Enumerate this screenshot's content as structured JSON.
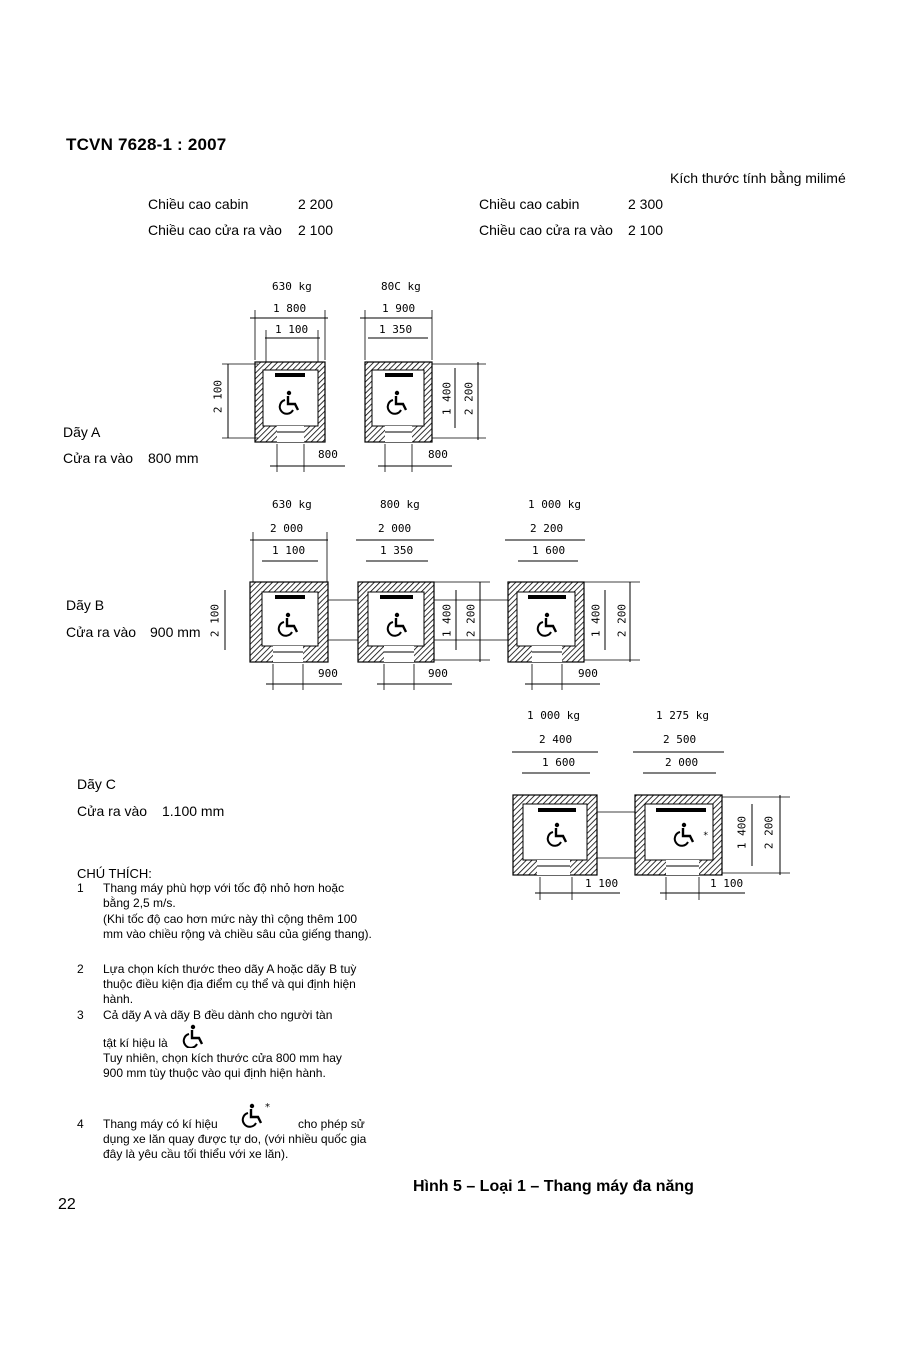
{
  "header": {
    "standard": "TCVN 7628-1 : 2007",
    "units_note": "Kích thước tính bằng milimé"
  },
  "specs_left": {
    "cabin_label": "Chiều cao cabin",
    "cabin_value": "2 200",
    "door_label": "Chiều cao cửa ra vào",
    "door_value": "2 100"
  },
  "specs_right": {
    "cabin_label": "Chiều cao cabin",
    "cabin_value": "2 300",
    "door_label": "Chiều cao cửa ra vào",
    "door_value": "2 100"
  },
  "rows": {
    "a": {
      "name": "Dãy A",
      "door": "Cửa ra vào",
      "door_value": "800 mm"
    },
    "b": {
      "name": "Dãy B",
      "door": "Cửa ra vào",
      "door_value": "900 mm"
    },
    "c": {
      "name": "Dãy C",
      "door": "Cửa ra vào",
      "door_value": "1.100 mm"
    }
  },
  "lifts": {
    "a1": {
      "load": "630 kg",
      "outer": "1 800",
      "inner": "1 100",
      "door": "800",
      "shaft": "2 100"
    },
    "a2": {
      "load": "80C kg",
      "outer": "1 900",
      "inner": "1 350",
      "door": "800",
      "depth": "1 400",
      "shaft": "2 200"
    },
    "b1": {
      "load": "630 kg",
      "outer": "2 000",
      "inner": "1 100",
      "door": "900",
      "shaft": "2 100"
    },
    "b2": {
      "load": "800 kg",
      "outer": "2 000",
      "inner": "1 350",
      "door": "900",
      "depth": "1 400",
      "shaft": "2 200"
    },
    "b3": {
      "load": "1 000 kg",
      "outer": "2 200",
      "inner": "1 600",
      "door": "900",
      "depth": "1 400",
      "shaft": "2 200"
    },
    "c1": {
      "load": "1 000 kg",
      "outer": "2 400",
      "inner": "1 600",
      "door": "1 100"
    },
    "c2": {
      "load": "1 275 kg",
      "outer": "2 500",
      "inner": "2 000",
      "door": "1 100",
      "depth": "1 400",
      "shaft": "2 200"
    }
  },
  "notes": {
    "heading": "CHÚ THÍCH:",
    "items": [
      {
        "num": "1",
        "text": "Thang máy phù hợp với tốc độ nhỏ hơn hoặc bằng 2,5 m/s.",
        "sub": "(Khi tốc độ cao hơn mức này thì cộng thêm 100 mm vào chiều rộng và chiều sâu của giếng thang)."
      },
      {
        "num": "2",
        "text": "Lựa chọn kích thước theo dãy A hoặc dãy B tuỳ thuộc điều kiện địa điểm cụ thể và qui định hiện hành."
      },
      {
        "num": "3",
        "text": "Cả dãy A và dãy B đều dành cho người tàn",
        "text2": "tật kí hiệu là",
        "text3": "Tuy nhiên, chọn kích thước cửa 800 mm hay 900 mm tùy thuộc vào qui định hiện hành."
      },
      {
        "num": "4",
        "text": "Thang máy có kí hiệu",
        "text2": "cho phép sử dụng xe lăn quay được tự do, (với nhiều quốc gia đây là yêu cầu tối thiểu với xe lăn)."
      }
    ]
  },
  "caption": "Hình 5 – Loại 1 – Thang máy đa năng",
  "page_number": "22",
  "icons": {
    "wheelchair": "wheelchair-icon",
    "wheelchair_star": "wheelchair-rotation-icon"
  }
}
